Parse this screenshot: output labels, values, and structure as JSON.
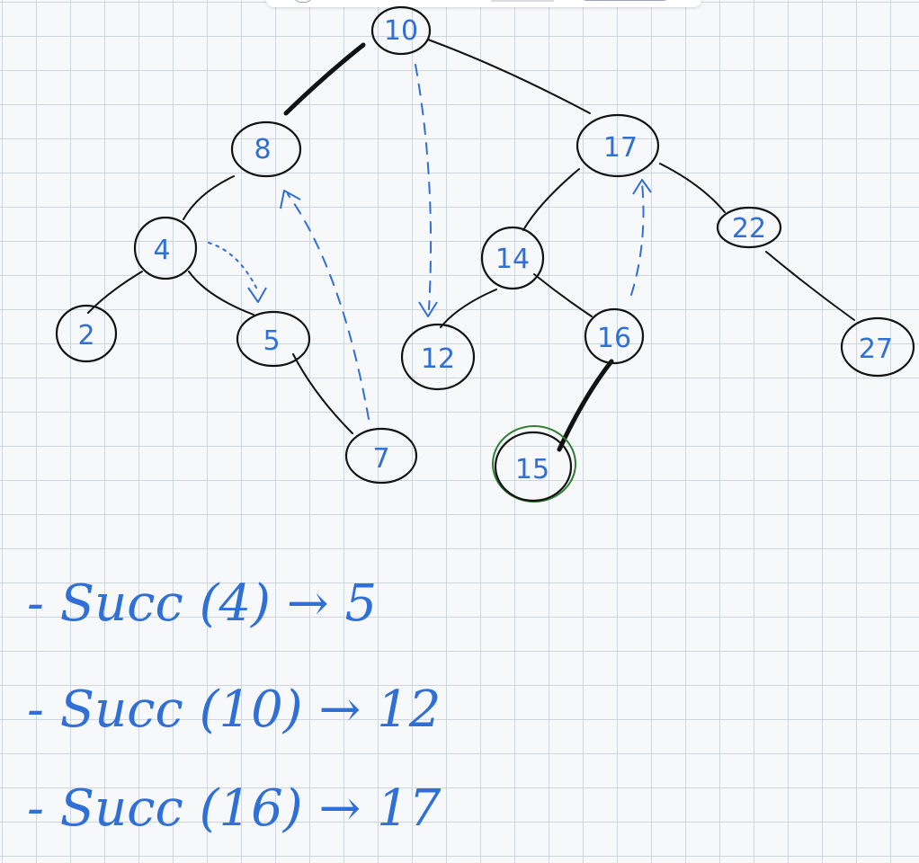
{
  "tree": {
    "nodes": [
      {
        "id": "n10",
        "label": "10",
        "highlight": false
      },
      {
        "id": "n8",
        "label": "8",
        "highlight": false
      },
      {
        "id": "n17",
        "label": "17",
        "highlight": false
      },
      {
        "id": "n4",
        "label": "4",
        "highlight": false
      },
      {
        "id": "n22",
        "label": "22",
        "highlight": false
      },
      {
        "id": "n14",
        "label": "14",
        "highlight": false
      },
      {
        "id": "n2",
        "label": "2",
        "highlight": false
      },
      {
        "id": "n5",
        "label": "5",
        "highlight": false
      },
      {
        "id": "n12",
        "label": "12",
        "highlight": false
      },
      {
        "id": "n16",
        "label": "16",
        "highlight": false
      },
      {
        "id": "n27",
        "label": "27",
        "highlight": false
      },
      {
        "id": "n7",
        "label": "7",
        "highlight": false
      },
      {
        "id": "n15",
        "label": "15",
        "highlight": true
      }
    ],
    "edges": [
      {
        "from": "n10",
        "to": "n8",
        "heavy": true
      },
      {
        "from": "n10",
        "to": "n17",
        "heavy": false
      },
      {
        "from": "n8",
        "to": "n4",
        "heavy": false
      },
      {
        "from": "n4",
        "to": "n2",
        "heavy": false
      },
      {
        "from": "n4",
        "to": "n5",
        "heavy": false
      },
      {
        "from": "n5",
        "to": "n7",
        "heavy": false
      },
      {
        "from": "n17",
        "to": "n14",
        "heavy": false
      },
      {
        "from": "n17",
        "to": "n22",
        "heavy": false
      },
      {
        "from": "n14",
        "to": "n12",
        "heavy": false
      },
      {
        "from": "n14",
        "to": "n16",
        "heavy": false
      },
      {
        "from": "n16",
        "to": "n15",
        "heavy": true
      },
      {
        "from": "n22",
        "to": "n27",
        "heavy": false
      }
    ],
    "successor_arrows": [
      {
        "from": "n4",
        "to": "n5",
        "style": "dots"
      },
      {
        "from": "n10",
        "to": "n12",
        "style": "dashed"
      },
      {
        "from": "n7",
        "to": "n8",
        "style": "dashed"
      },
      {
        "from": "n16",
        "to": "n17",
        "style": "dashed"
      }
    ]
  },
  "notes": [
    {
      "text": "- Succ (4) → 5"
    },
    {
      "text": "- Succ (10) → 12"
    },
    {
      "text": "- Succ (16) → 17"
    }
  ],
  "colors": {
    "ink_blue": "#2f6fd6",
    "ink_black": "#111111",
    "highlight_green": "#2e7d32",
    "grid": "#cfd5dc"
  }
}
